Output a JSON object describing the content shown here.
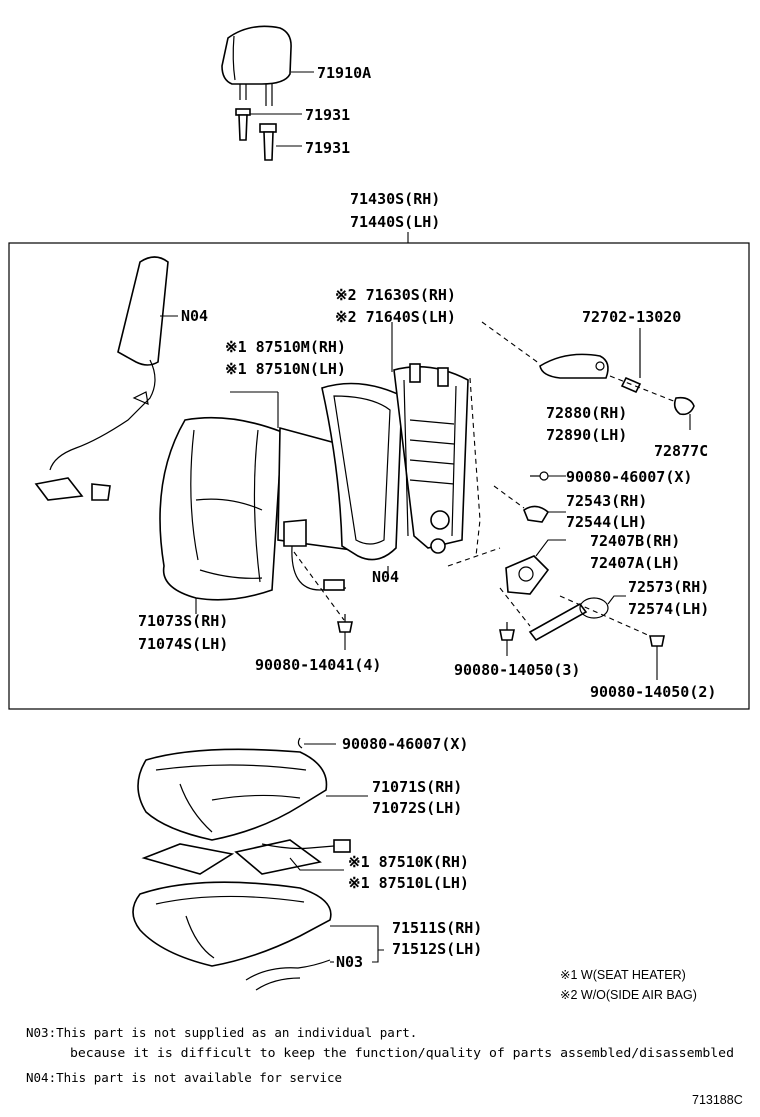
{
  "labels": {
    "headrest": "71910A",
    "support_1": "71931",
    "support_2": "71931",
    "back_assy_rh": "71430S(RH)",
    "back_assy_lh": "71440S(LH)",
    "airbag": "N04",
    "frame_rh": "※2 71630S(RH)",
    "frame_lh": "※2 71640S(LH)",
    "heater_rh": "※1 87510M(RH)",
    "heater_lh": "※1 87510N(LH)",
    "screw_top": "72702-13020",
    "cover_rh": "72880(RH)",
    "cover_lh": "72890(LH)",
    "clip": "72877C",
    "hog_ring_back": "90080-46007(X)",
    "knob_rh": "72543(RH)",
    "knob_lh": "72544(LH)",
    "recliner_rh": "72407B(RH)",
    "recliner_lh": "72407A(LH)",
    "cable_rh": "72573(RH)",
    "cable_lh": "72574(LH)",
    "n04_lower": "N04",
    "back_cover_rh": "71073S(RH)",
    "back_cover_lh": "71074S(LH)",
    "bolt_41": "90080-14041(4)",
    "bolt_50_3": "90080-14050(3)",
    "bolt_50_2": "90080-14050(2)",
    "hog_ring_cushion": "90080-46007(X)",
    "cushion_cover_rh": "71071S(RH)",
    "cushion_cover_lh": "71072S(LH)",
    "cushion_heater_rh": "※1 87510K(RH)",
    "cushion_heater_lh": "※1 87510L(LH)",
    "pad_rh": "71511S(RH)",
    "pad_lh": "71512S(LH)",
    "n03": "N03"
  },
  "legend": {
    "line1": "※1 W(SEAT HEATER)",
    "line2": "※2 W/O(SIDE AIR BAG)"
  },
  "notes": {
    "n03_line1": "N03:This part is not supplied as an individual part.",
    "n03_line2": "because it is difficult to keep the function/quality of parts assembled/disassembled",
    "n04_line1": "N04:This part is not available for service"
  },
  "diagram_id": "713188C"
}
